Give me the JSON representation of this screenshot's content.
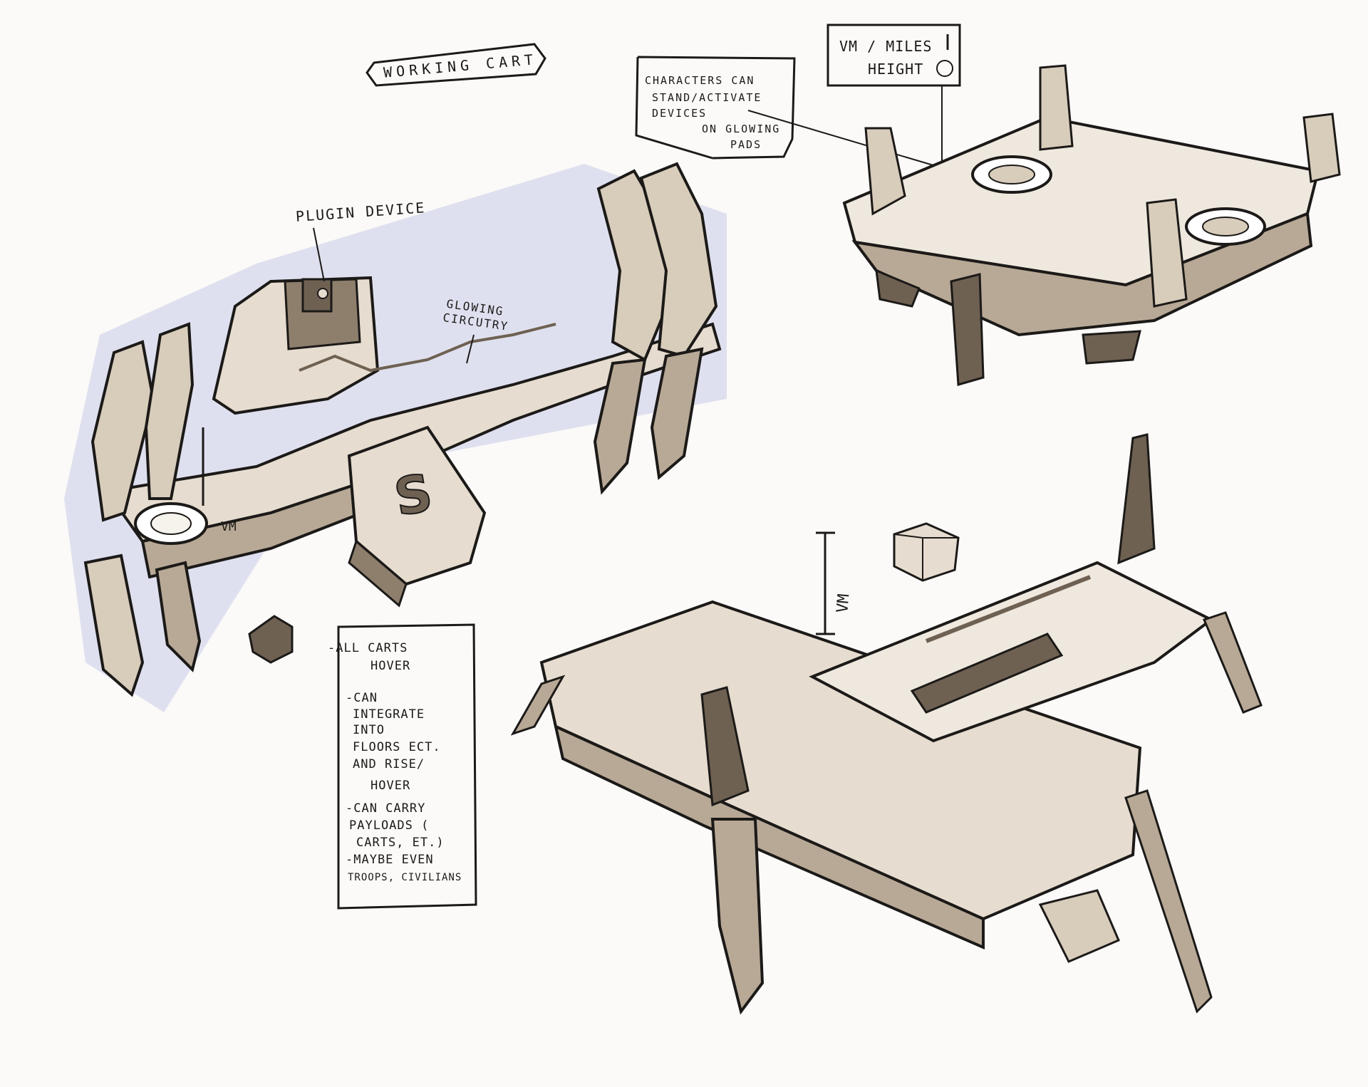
{
  "title": "WORKING CART",
  "labels": {
    "plugin_device": "PLUGIN DEVICE",
    "glowing_circuitry_1": "GLOWING",
    "glowing_circuitry_2": "CIRCUTRY",
    "vm_small": "VM",
    "vm_vertical": "VM",
    "emblem": "S"
  },
  "note_characters": [
    "CHARACTERS CAN",
    "STAND/ACTIVATE",
    "DEVICES",
    "ON GLOWING",
    "PADS"
  ],
  "note_height": {
    "line1": "VM / MILES",
    "line2": "HEIGHT"
  },
  "note_hover": [
    "-ALL CARTS",
    "HOVER",
    "-CAN",
    "INTEGRATE",
    "INTO",
    "FLOORS ECT.",
    "AND RISE/",
    "HOVER",
    "-CAN CARRY",
    "PAYLOADS (",
    "CARTS, ET.)",
    "-MAYBE EVEN",
    "TROOPS, CIVILIANS"
  ],
  "colors": {
    "ink": "#1c1a18",
    "marker_light": "#e6dccf",
    "marker_mid": "#b8a996",
    "marker_dark": "#6e6152",
    "blue_glow": "#c9cbe8"
  }
}
